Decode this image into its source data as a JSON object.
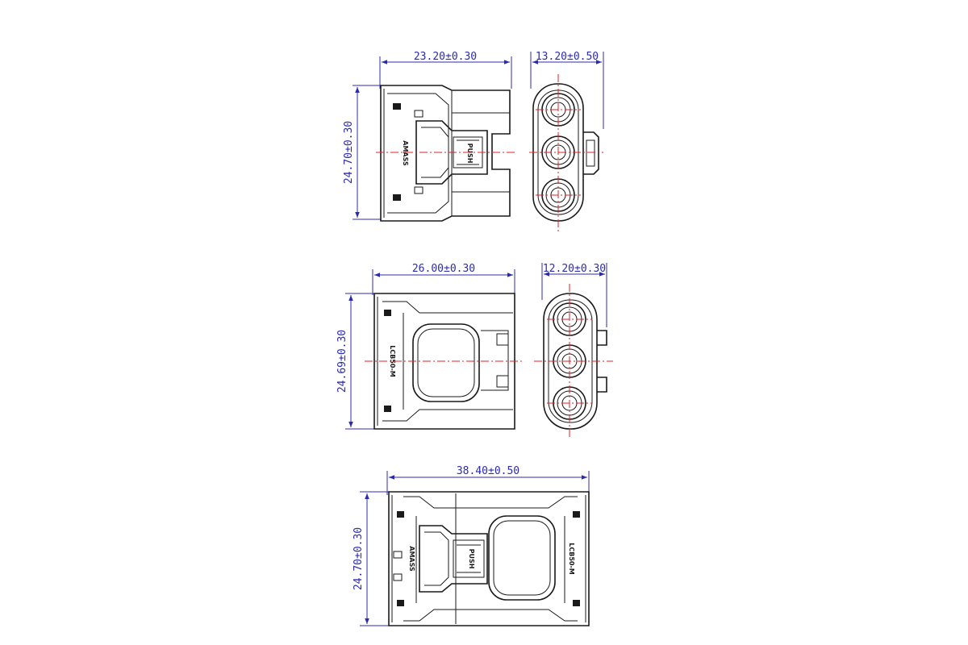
{
  "top_view": {
    "width_dim": "23.20±0.30",
    "height_dim": "24.70±0.30",
    "brand_mark": "AMASS",
    "push_mark": "PUSH"
  },
  "top_end_view": {
    "width_dim": "13.20±0.50"
  },
  "middle_view": {
    "width_dim": "26.00±0.30",
    "height_dim": "24.69±0.30",
    "model_mark": "LCB50-M"
  },
  "middle_end_view": {
    "width_dim": "12.20±0.30"
  },
  "bottom_view": {
    "width_dim": "38.40±0.50",
    "height_dim": "24.70±0.30",
    "brand_mark": "AMASS",
    "push_mark": "PUSH",
    "model_mark": "LCB50-M"
  },
  "colors": {
    "outline": "#1a1a1a",
    "dimension": "#2b2bb0",
    "centerline": "#e02020"
  }
}
